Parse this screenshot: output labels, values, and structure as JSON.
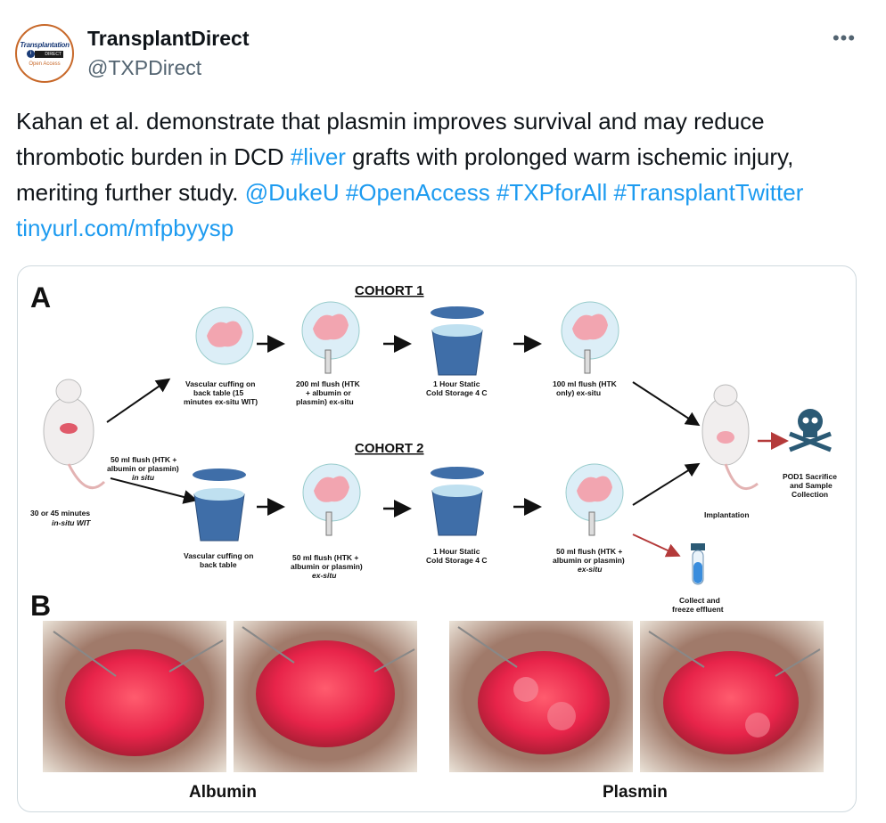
{
  "author": {
    "name": "TransplantDirect",
    "handle": "@TXPDirect",
    "avatar_lines": [
      "Transplantation",
      "DIRECT",
      "Open Access"
    ]
  },
  "more_label": "•••",
  "tweet": {
    "text_1": "Kahan et al. demonstrate that plasmin improves survival and may reduce thrombotic burden in DCD ",
    "link_liver": "#liver",
    "text_2": " grafts with prolonged warm ischemic injury, meriting further study. ",
    "link_duke": "@DukeU",
    "link_open": "#OpenAccess",
    "link_txp": "#TXPforAll",
    "link_tt": "#TransplantTwitter",
    "link_url": "tinyurl.com/mfpbyysp"
  },
  "figure": {
    "panel_a": "A",
    "panel_b": "B",
    "cohort1": "COHORT 1",
    "cohort2": "COHORT 2",
    "c1_step1": [
      "Vascular cuffing on",
      "back table (15",
      "minutes ex-situ WIT)"
    ],
    "c1_step2": [
      "200 ml flush (HTK",
      "+ albumin or",
      "plasmin) ex-situ"
    ],
    "c1_step3": [
      "1 Hour Static",
      "Cold Storage 4 C"
    ],
    "c1_step4": [
      "100 ml flush (HTK",
      "only)  ex-situ"
    ],
    "donor_label": [
      "30 or 45 minutes",
      "in-situ WIT"
    ],
    "donor_flush": [
      "50 ml flush (HTK +",
      "albumin or plasmin)",
      "in situ"
    ],
    "c2_step1": [
      "Vascular cuffing on",
      "back table"
    ],
    "c2_step2": [
      "50 ml flush (HTK +",
      "albumin or plasmin)",
      "ex-situ"
    ],
    "c2_step3": [
      "1 Hour Static",
      "Cold Storage 4 C"
    ],
    "c2_step4": [
      "50 ml flush (HTK +",
      "albumin or plasmin)",
      "ex-situ"
    ],
    "implant": "Implantation",
    "pod1": [
      "POD1 Sacrifice",
      "and Sample",
      "Collection"
    ],
    "effluent": [
      "Collect and",
      "freeze effluent"
    ],
    "caption_albumin": "Albumin",
    "caption_plasmin": "Plasmin"
  },
  "colors": {
    "link": "#1d9bf0",
    "text": "#0f1419",
    "secondary": "#536471",
    "bucket": "#3f6ea8",
    "skull": "#2b5a75",
    "red_arrow": "#b43a3a"
  }
}
